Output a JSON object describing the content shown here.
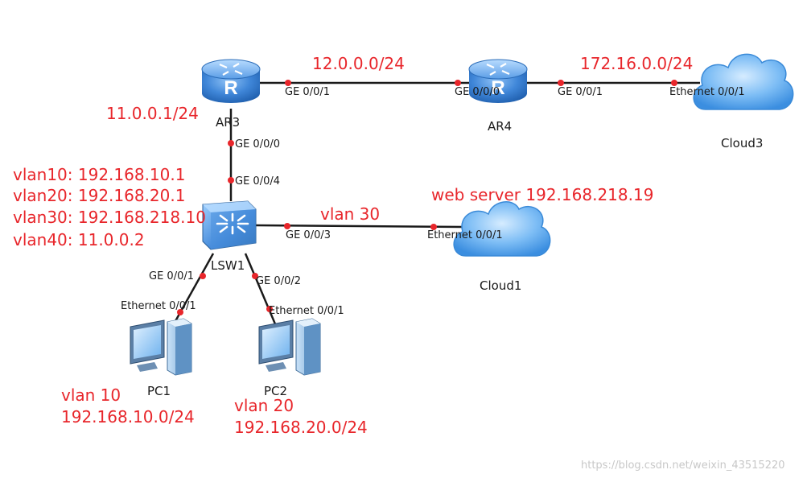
{
  "devices": {
    "ar3": "AR3",
    "ar4": "AR4",
    "lsw1": "LSW1",
    "cloud3": "Cloud3",
    "cloud1": "Cloud1",
    "pc1": "PC1",
    "pc2": "PC2"
  },
  "ports": {
    "ar3_ge001": "GE 0/0/1",
    "ar4_ge000": "GE 0/0/0",
    "ar4_ge001": "GE 0/0/1",
    "cloud3_eth": "Ethernet 0/0/1",
    "ar3_ge000": "GE 0/0/0",
    "lsw1_ge004": "GE 0/0/4",
    "lsw1_ge003": "GE 0/0/3",
    "cloud1_eth": "Ethernet 0/0/1",
    "lsw1_ge001": "GE 0/0/1",
    "lsw1_ge002": "GE 0/0/2",
    "pc1_eth": "Ethernet 0/0/1",
    "pc2_eth": "Ethernet 0/0/1"
  },
  "annotations": {
    "net_ar3_ar4": "12.0.0.0/24",
    "net_ar4_cloud3": "172.16.0.0/24",
    "ar3_addr": "11.0.0.1/24",
    "vlan10_if": "vlan10: 192.168.10.1",
    "vlan20_if": "vlan20: 192.168.20.1",
    "vlan30_if": "vlan30: 192.168.218.10",
    "vlan40_if": "vlan40: 11.0.0.2",
    "web_server": "web server 192.168.218.19",
    "vlan30_link": "vlan 30",
    "pc1_vlan": "vlan 10",
    "pc1_net": "192.168.10.0/24",
    "pc2_vlan": "vlan 20",
    "pc2_net": "192.168.20.0/24"
  },
  "watermark": "https://blog.csdn.net/weixin_43515220",
  "colors": {
    "annotation": "#e8262b",
    "port_dot": "#e8262b",
    "link": "#1a1a1a",
    "router_blue": "#3a7fd5",
    "cloud_blue": "#5aa9f0"
  }
}
